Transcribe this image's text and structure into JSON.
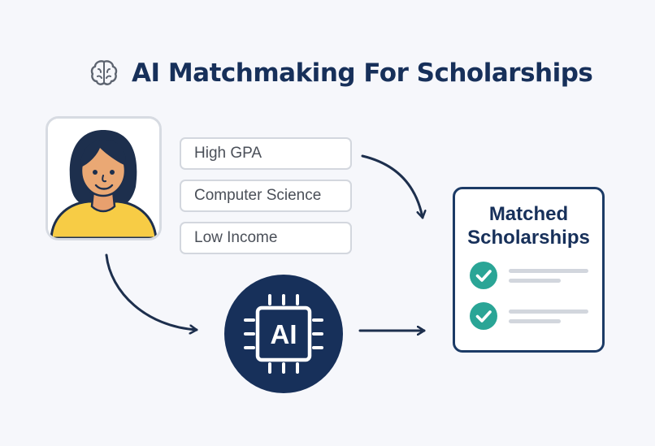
{
  "header": {
    "title": "AI Matchmaking For Scholarships",
    "icon": "brain-icon"
  },
  "student": {
    "icon": "student-avatar-icon",
    "criteria": [
      {
        "label": "High GPA"
      },
      {
        "label": "Computer Science"
      },
      {
        "label": "Low Income"
      }
    ]
  },
  "engine": {
    "label": "AI",
    "icon": "ai-chip-icon"
  },
  "results": {
    "title": "Matched\nScholarships",
    "items": [
      {
        "icon": "check-circle-icon"
      },
      {
        "icon": "check-circle-icon"
      }
    ]
  },
  "colors": {
    "navy": "#17305a",
    "teal": "#2aa596",
    "shirt": "#f7cc45",
    "border": "#d3d7de"
  }
}
